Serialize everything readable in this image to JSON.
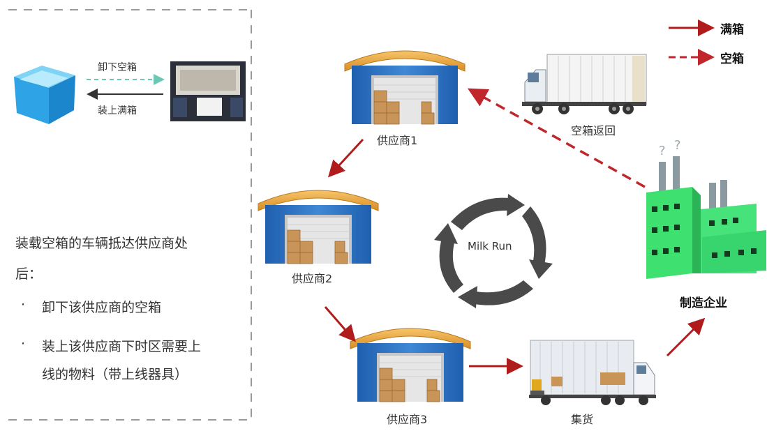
{
  "legend": {
    "full_box": "满箱",
    "empty_box": "空箱",
    "full_color": "#b01c1c",
    "empty_color": "#c0262b"
  },
  "inset": {
    "unload_label": "卸下空箱",
    "load_label": "装上满箱"
  },
  "note": {
    "line1": "装载空箱的车辆抵达供应商处",
    "line2": "后：",
    "bullet_symbol": "·",
    "bullet1": "卸下该供应商的空箱",
    "bullet2_line1": "装上该供应商下时区需要上",
    "bullet2_line2": "线的物料（带上线器具）"
  },
  "nodes": {
    "supplier1": "供应商1",
    "supplier2": "供应商2",
    "supplier3": "供应商3",
    "collect": "集货",
    "manufacturer": "制造企业",
    "empty_return": "空箱返回"
  },
  "center": {
    "label": "Milk Run"
  }
}
